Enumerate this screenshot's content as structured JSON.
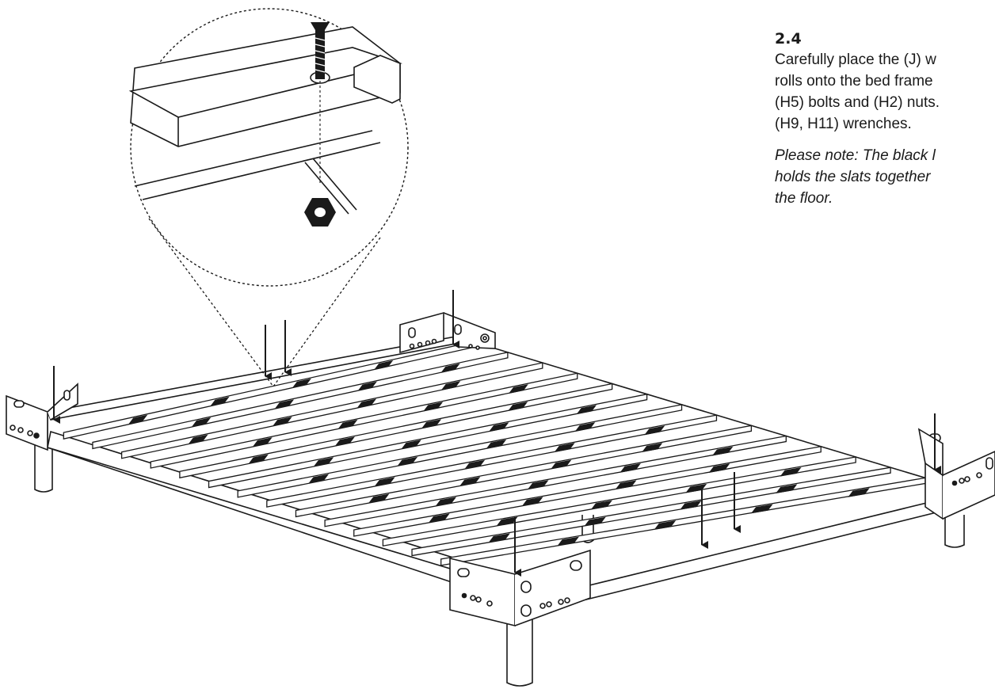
{
  "step": {
    "number": "2.4",
    "lines": [
      "Carefully place the (J) w",
      "rolls onto the bed frame",
      "(H5) bolts and (H2) nuts.",
      "(H9, H11) wrenches."
    ],
    "note_lines": [
      "Please note: The black l",
      "holds the slats together",
      "the floor."
    ]
  },
  "illustration": {
    "subject": "bed frame with wooden slat roll being bolted onto frame",
    "callout": "magnified view of bolt, slat, frame rail and nut",
    "icons": [
      "bolt-icon",
      "nut-icon",
      "down-arrow-icon"
    ],
    "colors": {
      "line": "#1a1a1a",
      "fill": "#ffffff",
      "strap": "#1a1a1a"
    }
  }
}
